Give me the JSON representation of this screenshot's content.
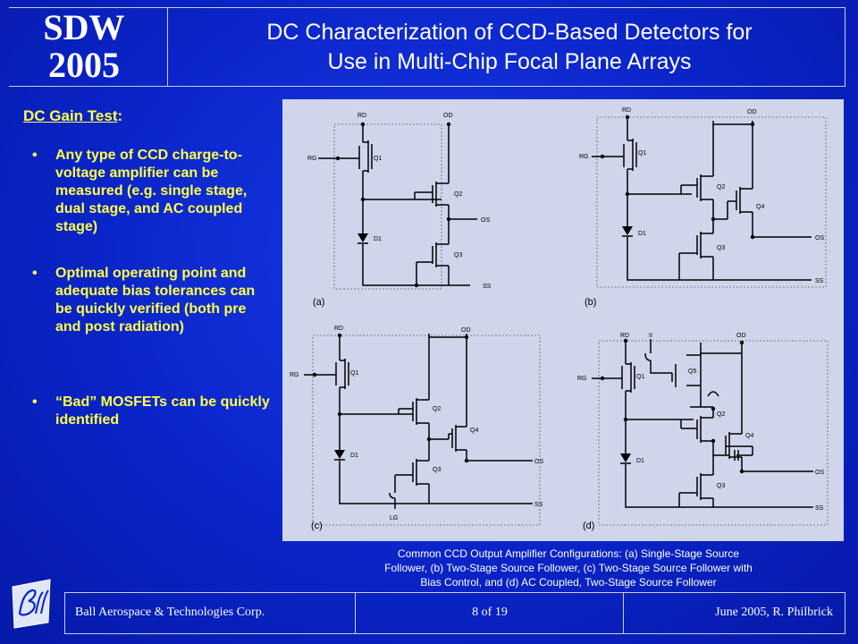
{
  "header": {
    "logo_line1": "SDW",
    "logo_line2": "2005",
    "title_line1": "DC Characterization of CCD-Based Detectors for",
    "title_line2": "Use in Multi-Chip Focal Plane Arrays"
  },
  "section": {
    "heading": "DC Gain Test",
    "colon": ":"
  },
  "bullets": [
    "Any type of CCD charge-to-voltage amplifier can be measured (e.g. single stage, dual stage, and AC coupled stage)",
    "Optimal operating point and adequate bias tolerances can be quickly verified (both pre and post radiation)",
    "“Bad” MOSFETs can be quickly identified"
  ],
  "figure": {
    "labels": {
      "rd": "RD",
      "od": "OD",
      "rg": "RG",
      "os": "OS",
      "ss": "SS",
      "lg": "LG",
      "il": "II",
      "q1": "Q1",
      "q2": "Q2",
      "q3": "Q3",
      "q4": "Q4",
      "q5": "Q5",
      "d1": "D1"
    },
    "panels": [
      "(a)",
      "(b)",
      "(c)",
      "(d)"
    ]
  },
  "caption": {
    "line1": "Common CCD Output Amplifier Configurations: (a)  Single-Stage Source",
    "line2": "Follower, (b) Two-Stage Source Follower, (c) Two-Stage Source Follower with",
    "line3": "Bias Control, and (d) AC Coupled, Two-Stage Source Follower"
  },
  "footer": {
    "company": "Ball Aerospace & Technologies Corp.",
    "page": "8  of  19",
    "date": "June 2005, R.  Philbrick"
  }
}
